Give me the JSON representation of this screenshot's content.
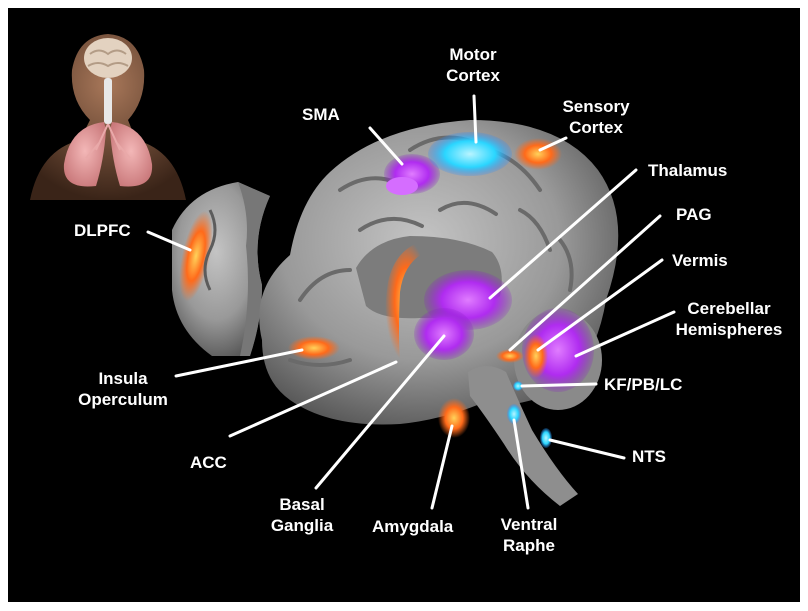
{
  "colors": {
    "background": "#000000",
    "label_text": "#ffffff",
    "leader_line": "#ffffff",
    "activation_orange": "#ff6a1a",
    "activation_purple": "#b02cf0",
    "activation_cyan": "#2ad6ff",
    "brain_gray": "#9a9a9a"
  },
  "inset": {
    "name": "human-torso-lungs-brain-figure"
  },
  "labels": {
    "motor_cortex": "Motor\nCortex",
    "sma": "SMA",
    "sensory_cortex": "Sensory\nCortex",
    "thalamus": "Thalamus",
    "dlpfc": "DLPFC",
    "pag": "PAG",
    "vermis": "Vermis",
    "cerebellar_hemispheres": "Cerebellar\nHemispheres",
    "insula_operculum": "Insula\nOperculum",
    "kf_pb_lc": "KF/PB/LC",
    "acc": "ACC",
    "nts": "NTS",
    "basal_ganglia": "Basal\nGanglia",
    "amygdala": "Amygdala",
    "ventral_raphe": "Ventral\nRaphe"
  }
}
